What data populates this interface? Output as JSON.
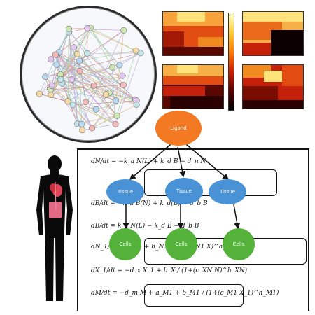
{
  "nodes": {
    "top": {
      "label": "Ligand",
      "color": "#f37a22"
    },
    "middle": [
      {
        "label": "Tissue",
        "color": "#4a92d6"
      },
      {
        "label": "Tissue",
        "color": "#4a92d6"
      },
      {
        "label": "Tissue",
        "color": "#4a92d6"
      }
    ],
    "bottom": [
      {
        "label": "Cells",
        "color": "#55b33b"
      },
      {
        "label": "Cells",
        "color": "#55b33b"
      },
      {
        "label": "Cells",
        "color": "#55b33b"
      }
    ]
  },
  "equations": [
    "dN/dt = −k_a N(L) + k_d B − d_n N",
    "dB/dt = −k_a B(N) + k_d(B) − d_b B",
    "dB/dt = k_a N(L) − k_d B − d_b B",
    "dN_1/dt = a_N1 + b_N1 / (1+(c_N1 X)^h_N1)",
    "dX_1/dt = −d_x X_1 + b_X / (1+(c_XN N)^h_XN)",
    "dM/dt = −d_m M + a_M1 + b_M1 / (1+(c_M1 X_1)^h_M1)"
  ],
  "colors": {
    "heat_dark": "#2a0000",
    "heat_red": "#c4200a",
    "heat_orange": "#f08a1e",
    "heat_yellow": "#ffe27a",
    "body": "#0a0a0a",
    "organ": "#e0485a"
  }
}
